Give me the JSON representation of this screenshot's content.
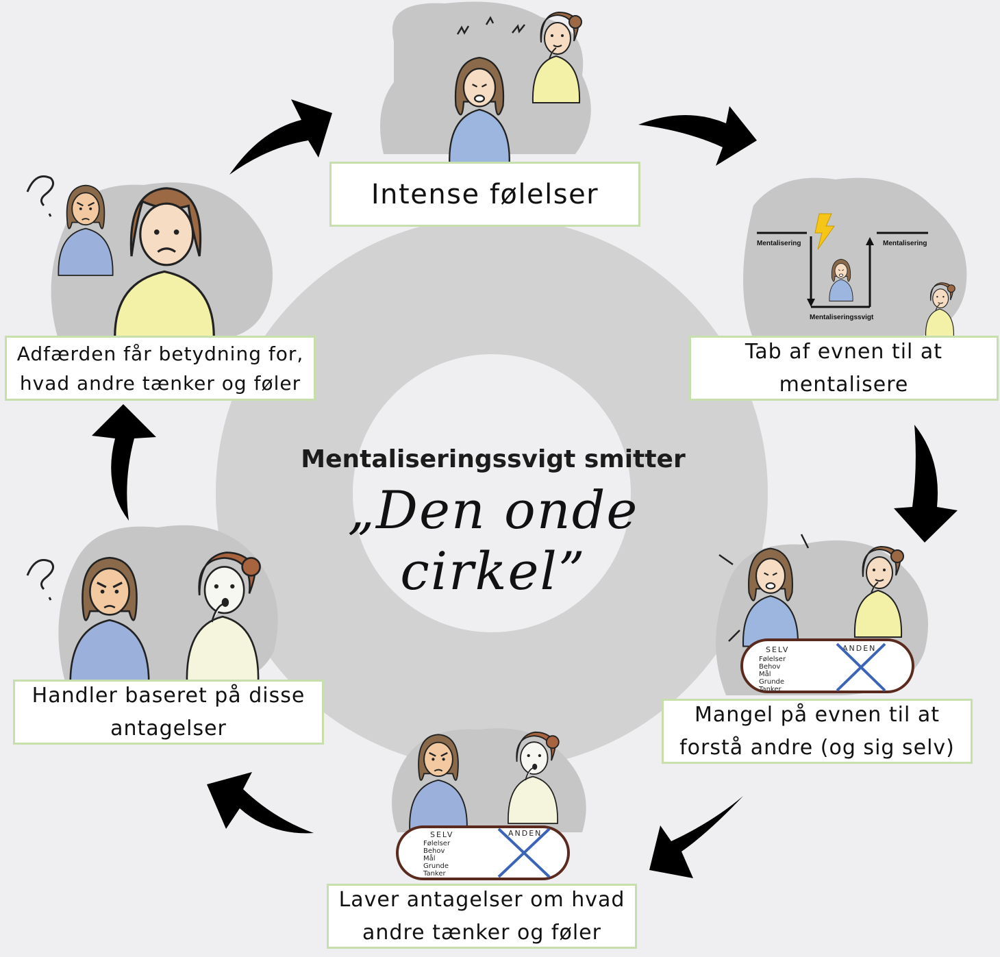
{
  "center": {
    "title": "Mentaliseringssvigt smitter",
    "subtitle": "„Den onde cirkel”"
  },
  "steps": [
    {
      "text": "Intense følelser"
    },
    {
      "line1": "Tab af evnen til at",
      "line2": "mentalisere"
    },
    {
      "line1": "Mangel på evnen til at",
      "line2": "forstå andre (og sig selv)"
    },
    {
      "line1": "Laver antagelser om hvad",
      "line2": "andre tænker og føler"
    },
    {
      "line1": "Handler baseret på disse",
      "line2": "antagelser"
    },
    {
      "line1": "Adfærden får betydning for,",
      "line2": "hvad andre tænker og føler"
    }
  ],
  "diagram_labels": {
    "left": "Mentalisering",
    "right": "Mentalisering",
    "bottom": "Mentaliseringssvigt"
  },
  "card": {
    "self": "SELV",
    "other": "ANDEN",
    "rows": [
      "Følelser",
      "Behov",
      "Mål",
      "Grunde",
      "Tanker"
    ]
  },
  "colors": {
    "background": "#efeef0",
    "ring": "#d3d2d3",
    "blob": "#c6c6c7",
    "box_border": "#c7dfac",
    "arrow": "#000000",
    "cross": "#3b63b8",
    "bolt": "#f5c518"
  },
  "icons": [
    "lightning-bolt-icon",
    "arrow-up-icon",
    "arrow-down-icon",
    "heart-icon",
    "target-icon",
    "thought-bubble-icon"
  ]
}
